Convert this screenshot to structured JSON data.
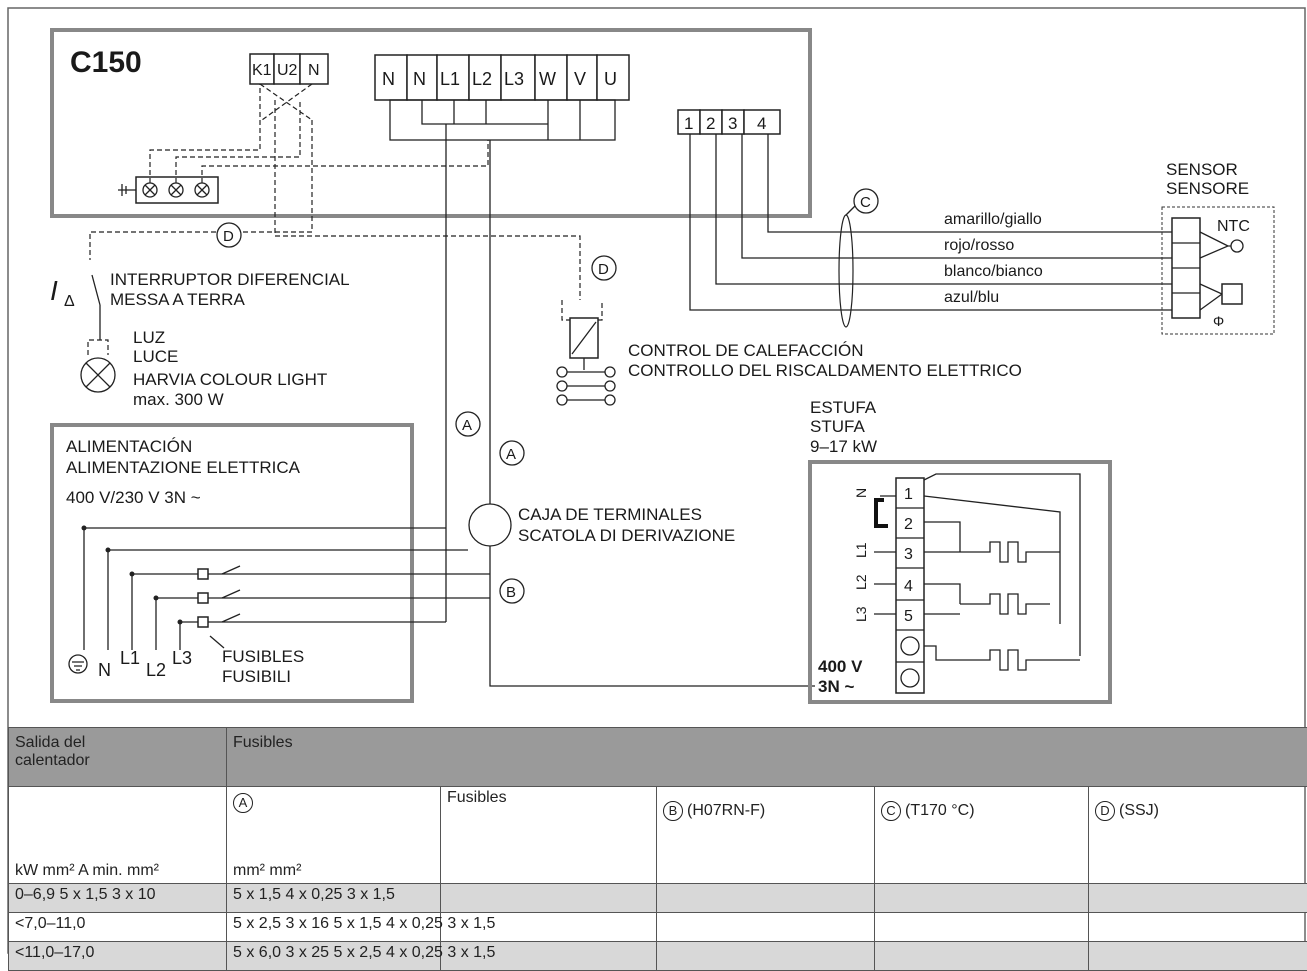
{
  "controller": {
    "title": "C150",
    "terminals_small": [
      "K1",
      "U2",
      "N"
    ],
    "terminals_main": [
      "N",
      "N",
      "L1",
      "L2",
      "L3",
      "W",
      "V",
      "U"
    ]
  },
  "sensor_block": {
    "terminals": [
      "1",
      "2",
      "3",
      "4"
    ],
    "title1": "SENSOR",
    "title2": "SENSORE",
    "ntc": "NTC",
    "phi": "Φ"
  },
  "wires": [
    "amarillo/giallo",
    "rojo/rosso",
    "blanco/bianco",
    "azul/blu"
  ],
  "markers": {
    "a": "A",
    "b": "B",
    "c": "C",
    "d": "D"
  },
  "rcd": {
    "symbol": "I",
    "sub": "Δ",
    "line1": "INTERRUPTOR DIFERENCIAL",
    "line2": "MESSA A TERRA"
  },
  "light": {
    "line1": "LUZ",
    "line2": "LUCE",
    "line3": "HARVIA COLOUR LIGHT",
    "line4": "max. 300 W"
  },
  "heating": {
    "line1": "CONTROL DE CALEFACCIÓN",
    "line2": "CONTROLLO DEL RISCALDAMENTO ELETTRICO"
  },
  "heater": {
    "line1": "ESTUFA",
    "line2": "STUFA",
    "line3": "9–17 kW",
    "terminals": [
      "1",
      "2",
      "3",
      "4",
      "5"
    ],
    "phase_labels": [
      "N",
      "L1",
      "L2",
      "L3"
    ],
    "voltage1": "400 V",
    "voltage2": "3N ~"
  },
  "supply": {
    "line1": "ALIMENTACIÓN",
    "line2": "ALIMENTAZIONE ELETTRICA",
    "voltage": "400 V/230 V 3N ~",
    "bus": [
      "N",
      "L1",
      "L2",
      "L3"
    ],
    "fuses1": "FUSIBLES",
    "fuses2": "FUSIBILI"
  },
  "junction": {
    "line1": "CAJA DE TERMINALES",
    "line2": "SCATOLA DI DERIVAZIONE"
  },
  "table": {
    "head": [
      "Salida del\ncalentador",
      "Fusibles"
    ],
    "sub": {
      "a_label": "Fusibles",
      "b_note": "(H07RN-F)",
      "c_note": "(T170 °C)",
      "d_note": "(SSJ)",
      "units_left": "kW mm² A min. mm²",
      "units_mid": "mm² mm²"
    },
    "rows": [
      {
        "c1": "0–6,9 5 x 1,5 3 x 10",
        "c2": "5 x 1,5 4 x 0,25 3 x 1,5"
      },
      {
        "c1": "<7,0–11,0",
        "c2": "5 x 2,5 3 x 16 5 x 1,5 4 x 0,25 3 x 1,5"
      },
      {
        "c1": "<11,0–17,0",
        "c2": "5 x 6,0 3 x 25 5 x 2,5 4 x 0,25 3 x 1,5"
      }
    ]
  }
}
